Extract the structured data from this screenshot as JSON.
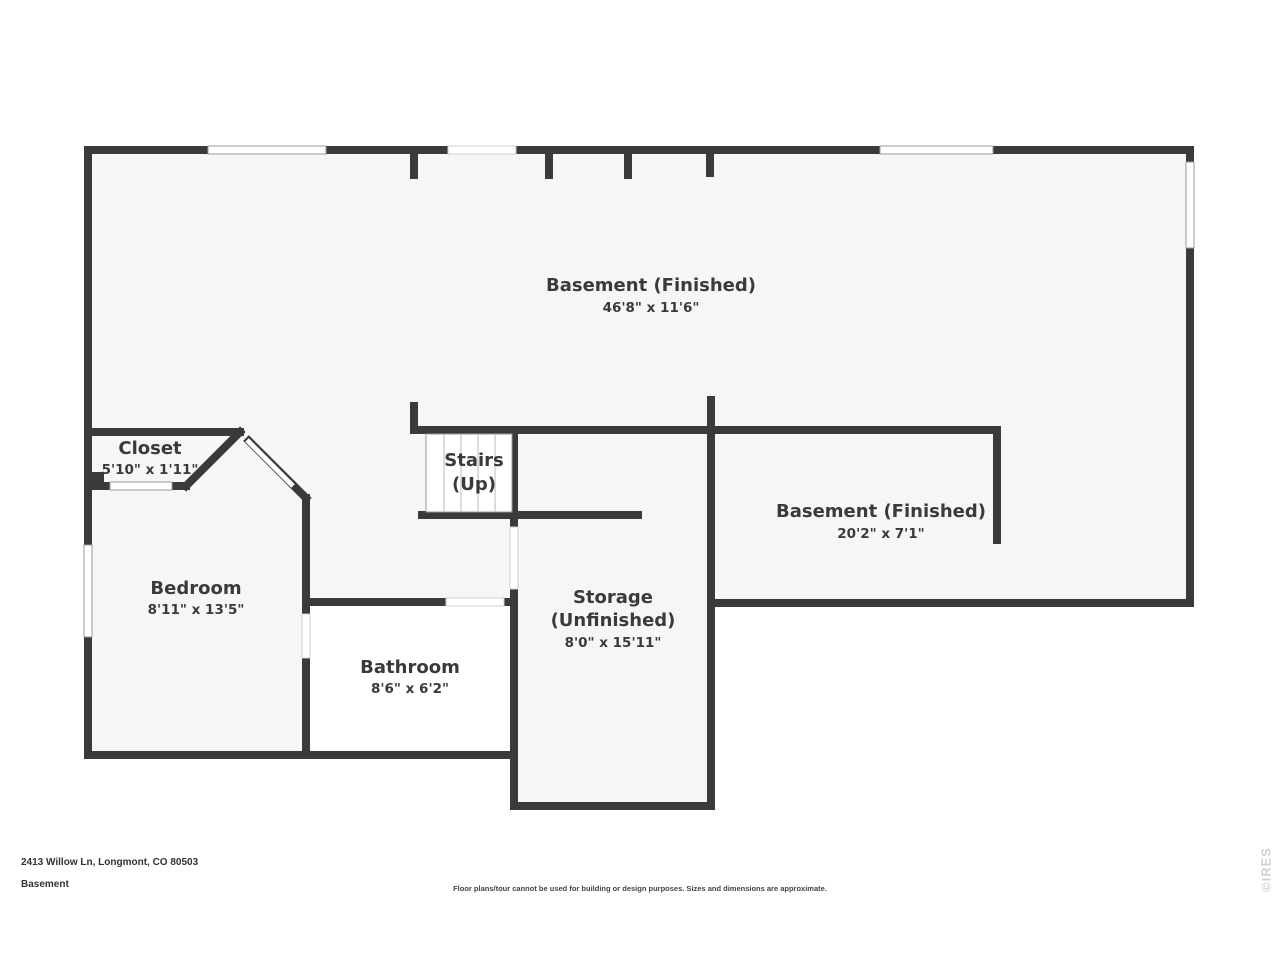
{
  "rooms": {
    "basement_main": {
      "name": "Basement (Finished)",
      "dims": "46'8\" x 11'6\""
    },
    "stairs": {
      "name_line1": "Stairs",
      "name_line2": "(Up)"
    },
    "closet": {
      "name": "Closet",
      "dims": "5'10\" x 1'11\""
    },
    "basement_east": {
      "name": "Basement (Finished)",
      "dims": "20'2\" x 7'1\""
    },
    "bedroom": {
      "name": "Bedroom",
      "dims": "8'11\" x 13'5\""
    },
    "storage": {
      "name_line1": "Storage",
      "name_line2": "(Unfinished)",
      "dims": "8'0\" x 15'11\""
    },
    "bathroom": {
      "name": "Bathroom",
      "dims": "8'6\" x 6'2\""
    }
  },
  "footer": {
    "address": "2413 Willow Ln, Longmont, CO 80503",
    "level": "Basement",
    "disclaimer": "Floor plans/tour cannot be used for building or design purposes. Sizes and dimensions are approximate.",
    "watermark": "©IRES"
  },
  "colors": {
    "wall": "#3a3a3a",
    "floor": "#f6f6f6",
    "background": "#ffffff"
  }
}
